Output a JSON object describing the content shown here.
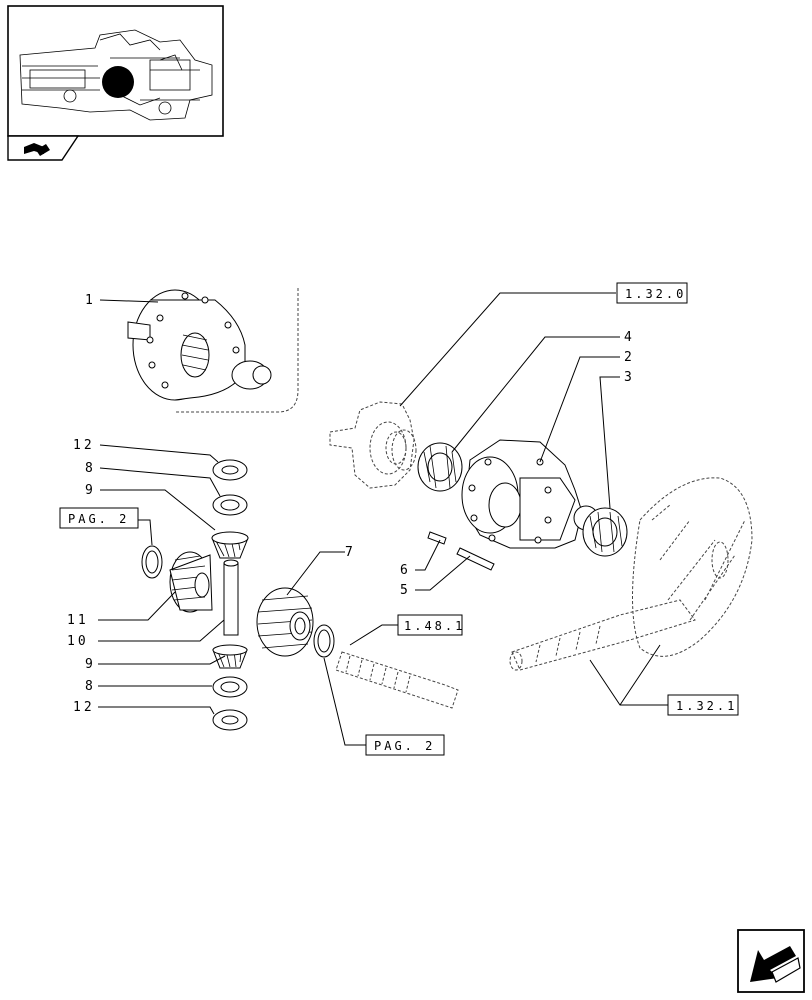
{
  "diagram": {
    "callouts": {
      "p1": "1",
      "p12a": "12",
      "p8a": "8",
      "p9a": "9",
      "p11": "11",
      "p10": "10",
      "p9b": "9",
      "p8b": "8",
      "p12b": "12",
      "p7": "7",
      "p4": "4",
      "p2": "2",
      "p3": "3",
      "p6": "6",
      "p5": "5"
    },
    "references": {
      "ref_1320": "1.32.0",
      "ref_1481": "1.48.1",
      "ref_1321": "1.32.1",
      "ref_pag_left": "PAG. 2",
      "ref_pag_bottom": "PAG. 2"
    }
  },
  "thumbnail": {
    "marker_icon": "location-dot-icon"
  },
  "nav": {
    "tab_icon": "book-icon",
    "arrow_icon": "arrow-back-icon"
  }
}
